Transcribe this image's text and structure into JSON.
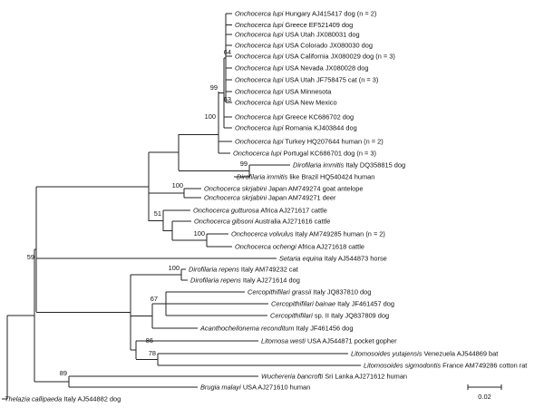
{
  "tips": [
    {
      "species": "Onchocerca lupi",
      "rest": " Hungary AJ415417   dog (n = 2)"
    },
    {
      "species": "Onchocerca lupi",
      "rest": " Greece EF521409   dog"
    },
    {
      "species": "Onchocerca lupi",
      "rest": " USA Utah JX080031   dog"
    },
    {
      "species": "Onchocerca lupi",
      "rest": " USA Colorado JX080030   dog"
    },
    {
      "species": "Onchocerca lupi",
      "rest": " USA California JX080029   dog (n = 3)"
    },
    {
      "species": "Onchocerca lupi",
      "rest": " USA Nevada JX080028   dog"
    },
    {
      "species": "Onchocerca lupi",
      "rest": " USA Utah JF758475   cat (n = 3)"
    },
    {
      "species": "Onchocerca lupi",
      "rest": " USA Minnesota"
    },
    {
      "species": "Onchocerca lupi",
      "rest": " USA New Mexico"
    },
    {
      "species": "Onchocerca lupi",
      "rest": " Greece KC686702   dog"
    },
    {
      "species": "Onchocerca lupi",
      "rest": " Romania KJ403844   dog"
    },
    {
      "species": "Onchocerca lupi",
      "rest": " Turkey HQ207644   human (n = 2)"
    },
    {
      "species": "Onchocerca lupi",
      "rest": " Portugal KC686701 dog (n = 3)"
    },
    {
      "species": "Dirofilaria immitis",
      "rest": " Italy DQ358815   dog"
    },
    {
      "species": "Dirofilaria immitis",
      "rest": " like Brazil HQ540424   human"
    },
    {
      "species": "Onchocerca skrjabini",
      "rest": " Japan AM749274   goat antelope"
    },
    {
      "species": "Onchocerca skrjabini",
      "rest": " Japan AM749271   deer"
    },
    {
      "species": "Onchocerca gutturosa",
      "rest": " Africa AJ271617   cattle"
    },
    {
      "species": "Onchocerca gibsoni",
      "rest": " Australia AJ271616   cattle"
    },
    {
      "species": "Onchocerca volvulus",
      "rest": " Italy AM749285   human (n = 2)"
    },
    {
      "species": "Onchocerca ochengi",
      "rest": " Africa AJ271618   cattle"
    },
    {
      "species": "Setaria equina",
      "rest": " Italy AJ544873   horse"
    },
    {
      "species": "Dirofilaria repens",
      "rest": " Italy AM749232   cat"
    },
    {
      "species": "Dirofilaria repens",
      "rest": " Italy AJ271614   dog"
    },
    {
      "species": "Cercopithifilari grassii",
      "rest": " Italy JQ837810   dog"
    },
    {
      "species": "Cercopithifilari bainae",
      "rest": " Italy JF461457   dog"
    },
    {
      "species": "Cercopithifilari",
      "rest": " sp. II Italy JQ837809   dog"
    },
    {
      "species": "Acanthocheilonema reconditum",
      "rest": " Italy JF461456   dog"
    },
    {
      "species": "Litomosa westi",
      "rest": " USA AJ544871   pocket gopher"
    },
    {
      "species": "Litomosoides yutajensis",
      "rest": " Venezuela AJ544869   bat"
    },
    {
      "species": "Litomosoides sigmodontis",
      "rest": " France AM749286   cotton rat"
    },
    {
      "species": "Wuchereria bancrofti",
      "rest": " Sri Lanka AJ271612   human"
    },
    {
      "species": "Brugia malayi",
      "rest": " USA AJ271610   human"
    },
    {
      "species": "Thelazia callipaeda",
      "rest": " Italy AJ544882   dog"
    }
  ],
  "bootstrap": [
    "64",
    "99",
    "63",
    "100",
    "99",
    "100",
    "51",
    "100",
    "59",
    "100",
    "67",
    "86",
    "78",
    "89"
  ],
  "scale_label": "0.02"
}
